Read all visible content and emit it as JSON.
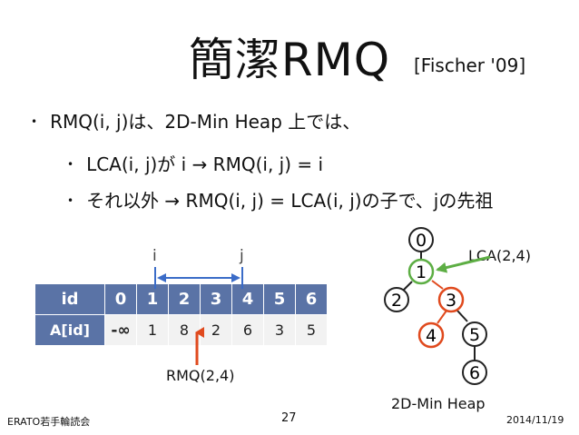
{
  "title": "簡潔RMQ",
  "citation": "[Fischer '09]",
  "bullets": {
    "main": "RMQ(i, j)は、2D-Min Heap 上では、",
    "sub1": "LCA(i, j)が i → RMQ(i, j) = i",
    "sub2": "それ以外 → RMQ(i, j) = LCA(i, j)の子で、jの先祖",
    "marker": "•"
  },
  "array": {
    "headers": [
      "id",
      "0",
      "1",
      "2",
      "3",
      "4",
      "5",
      "6"
    ],
    "row_label": "A[id]",
    "values": [
      "-∞",
      "1",
      "8",
      "2",
      "6",
      "3",
      "5"
    ],
    "i_label": "i",
    "j_label": "j",
    "rmq_label": "RMQ(2,4)"
  },
  "tree": {
    "nodes": [
      "0",
      "1",
      "2",
      "3",
      "4",
      "5",
      "6"
    ],
    "edges": [
      [
        "0",
        "1"
      ],
      [
        "1",
        "2"
      ],
      [
        "1",
        "3"
      ],
      [
        "3",
        "4"
      ],
      [
        "3",
        "5"
      ],
      [
        "5",
        "6"
      ]
    ],
    "lca_label": "LCA(2,4)",
    "caption": "2D-Min Heap",
    "colors": {
      "lca": "#5dae44",
      "path": "#e04a1e",
      "normal": "#222222"
    }
  },
  "footer": {
    "left": "ERATO若手輪読会",
    "page": "27",
    "date": "2014/11/19"
  }
}
